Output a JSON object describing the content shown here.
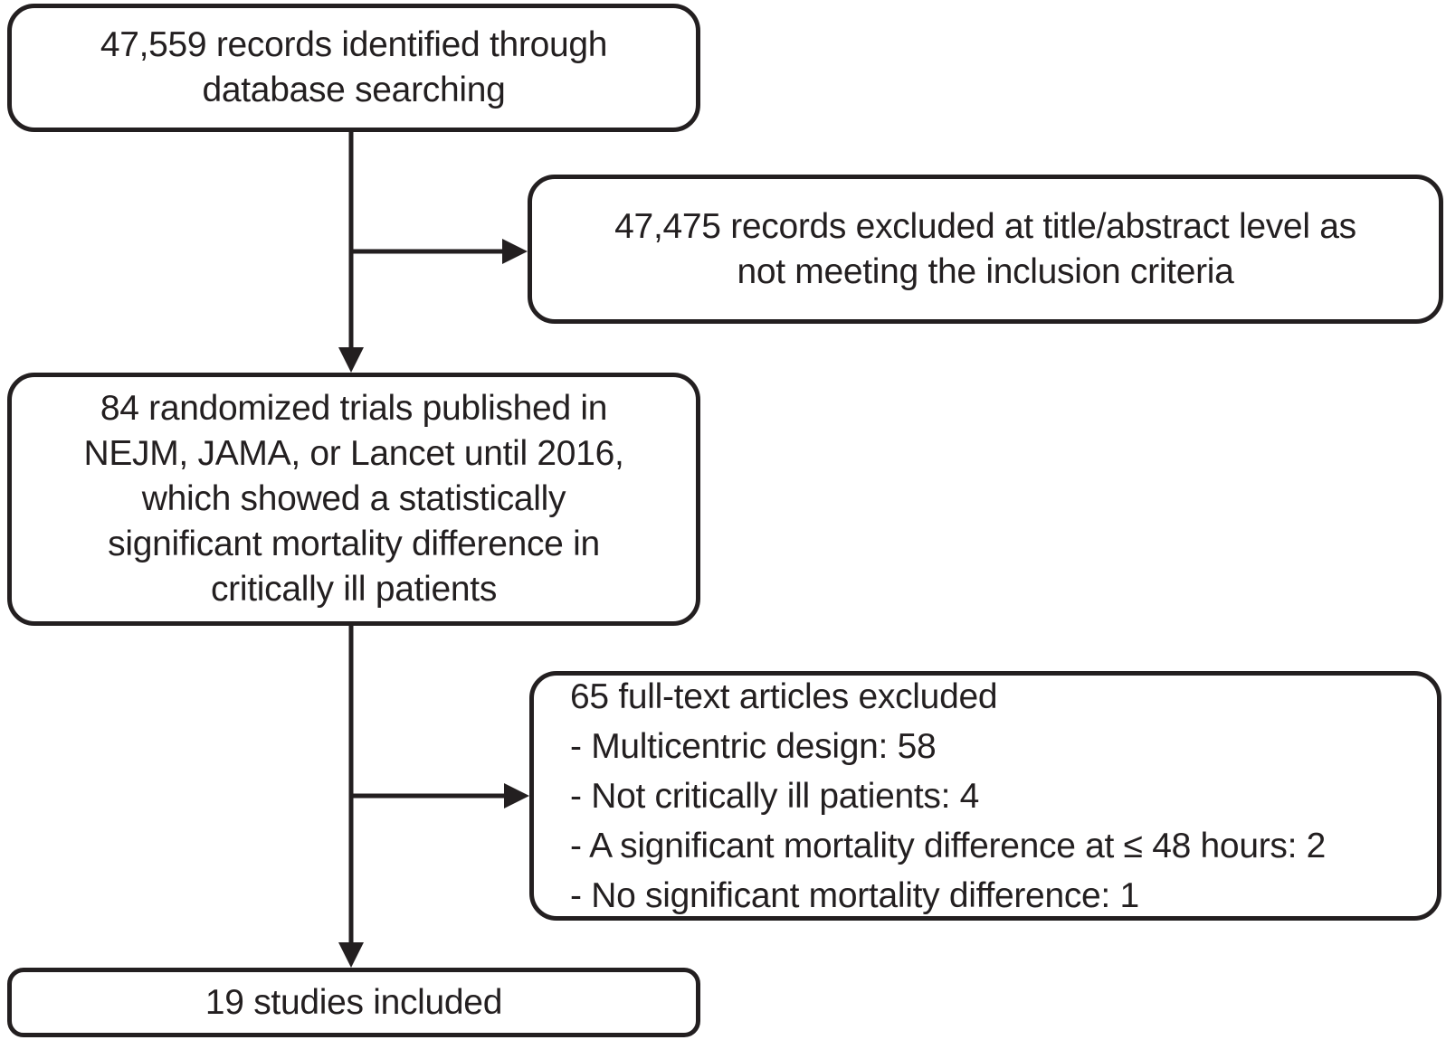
{
  "figure": {
    "type": "flowchart",
    "description": "Study selection flow diagram",
    "colors": {
      "background": "#ffffff",
      "line": "#231f20",
      "text": "#231f20",
      "box_fill": "#ffffff"
    },
    "boxes": {
      "identified": {
        "lines": [
          "47,559 records identified through",
          "database searching"
        ]
      },
      "excluded_records": {
        "lines": [
          "47,475 records excluded at title/abstract level as",
          "not meeting the inclusion criteria"
        ]
      },
      "randomized_trials": {
        "lines": [
          "84 randomized trials published in",
          "NEJM, JAMA, or Lancet until 2016,",
          "which showed a statistically",
          "significant mortality difference in",
          "critically ill patients"
        ]
      },
      "fulltext_excluded": {
        "heading": "65 full-text articles excluded",
        "reasons": [
          "- Multicentric design: 58",
          "- Not critically ill patients: 4",
          "- A significant mortality difference at ≤ 48 hours: 2",
          "- No significant mortality difference: 1"
        ]
      },
      "included": {
        "lines": [
          "19 studies included"
        ]
      }
    },
    "edges": [
      {
        "from": "identified",
        "to": "randomized_trials",
        "style": "arrow-down"
      },
      {
        "from": "identified",
        "to": "excluded_records",
        "style": "arrow-right-branch"
      },
      {
        "from": "randomized_trials",
        "to": "included",
        "style": "arrow-down"
      },
      {
        "from": "randomized_trials",
        "to": "fulltext_excluded",
        "style": "arrow-right-branch"
      }
    ]
  }
}
